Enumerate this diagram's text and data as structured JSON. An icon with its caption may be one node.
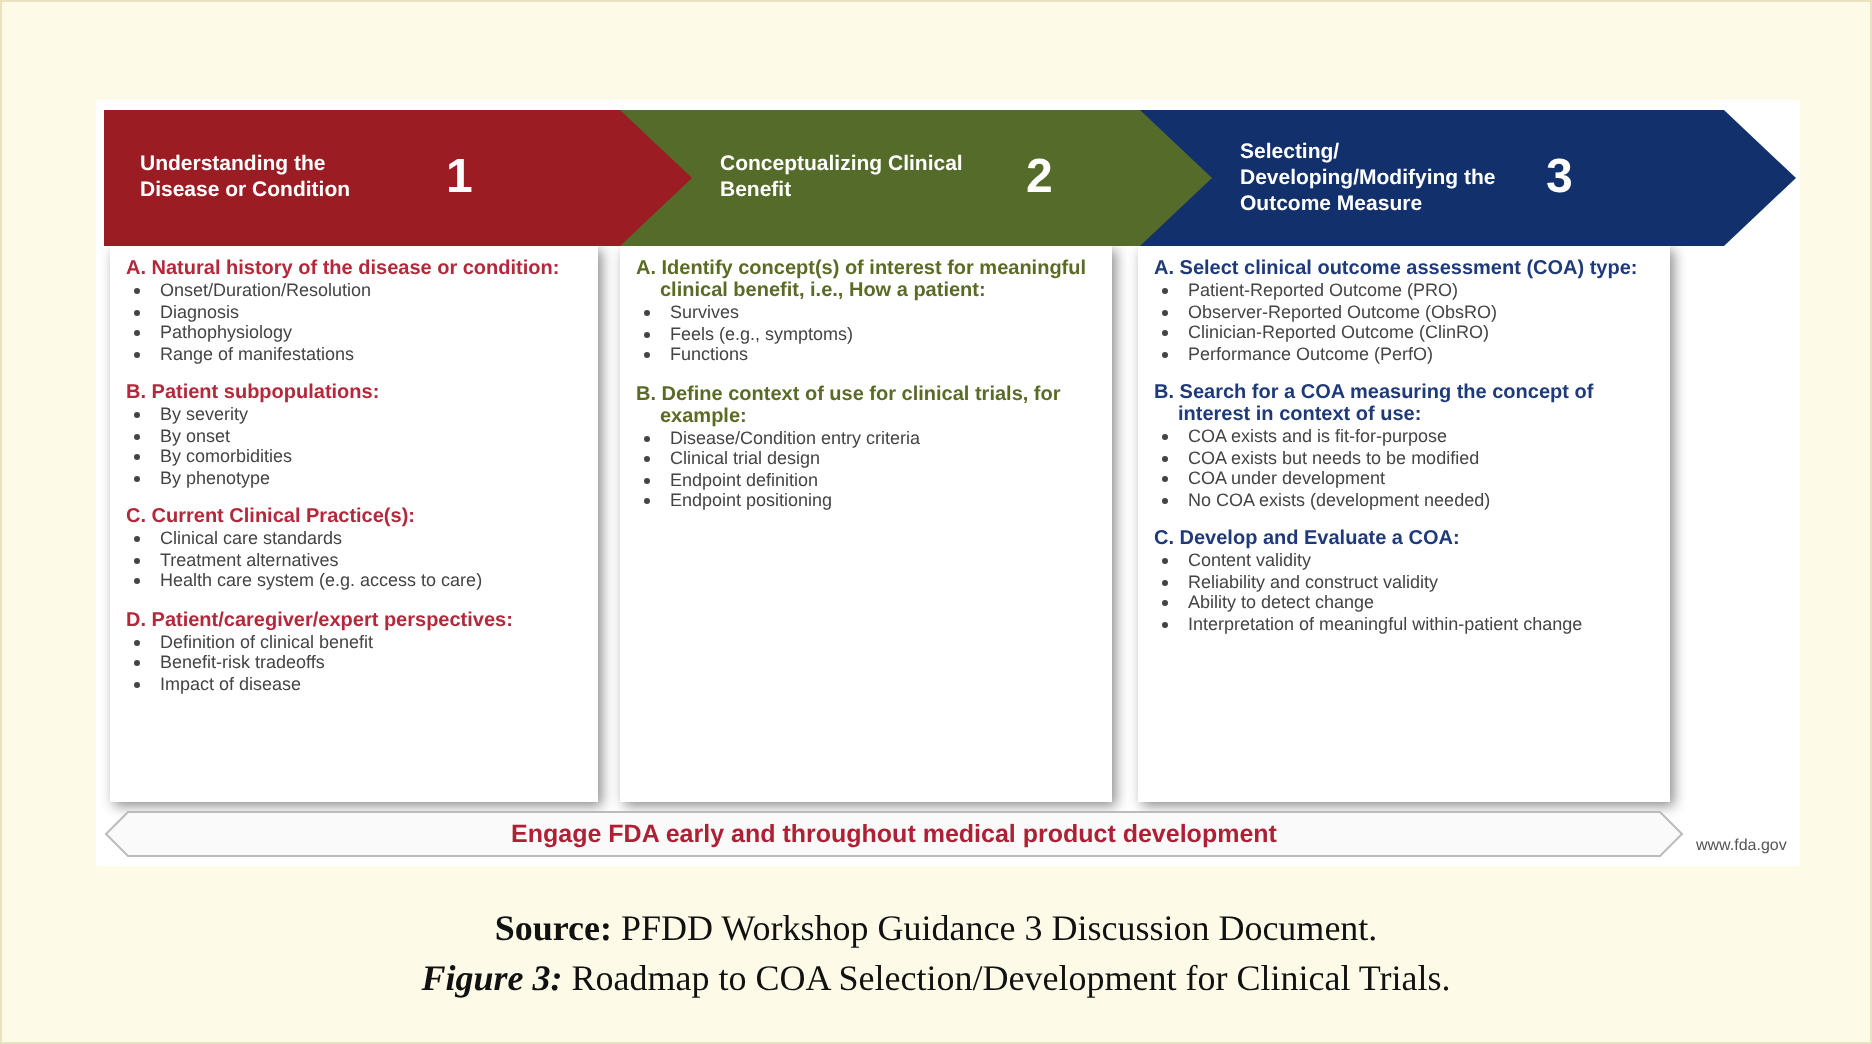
{
  "diagram": {
    "caption": "**Figure 3:** Roadmap to COA Selection/Development for Clinical Trials.",
    "nodes": [
      {
        "text": [
          "Understanding the Disease or Condition",
          "1"
        ]
      },
      {
        "text": [
          "Conceptualizing Clinical Benefit",
          "2"
        ]
      },
      {
        "text": [
          "Selecting/ Developing/Modifying the Outcome Measure",
          "3"
        ]
      },
      {
        "text": [],
        "shape": "box"
      },
      {
        "text": [
          "A. Natural history of the disease or condition:",
          "Onset/Duration/Resolution",
          "Diagnosis",
          "Pathophysiology",
          "Range of manifestations"
        ],
        "in": 3
      },
      {
        "text": [
          "B. Patient subpopulations:",
          "By severity",
          "By onset",
          "By comorbidities",
          "By phenotype"
        ],
        "in": 3
      },
      {
        "text": [
          "C. Current Clinical Practice(s):",
          "Clinical care standards",
          "Treatment alternatives",
          "Health care system (e.g. access to care)"
        ],
        "in": 3
      },
      {
        "text": [
          "D. Patient/caregiver/expert perspectives:",
          "Definition of clinical benefit",
          "Benefit-risk tradeoffs",
          "Impact of disease"
        ],
        "in": 3
      },
      {
        "text": [],
        "shape": "box"
      },
      {
        "text": [
          "A. Identify concept(s) of interest for meaningful clinical benefit, i.e., How a patient:",
          "Survives",
          "Feels (e.g., symptoms)",
          "Functions"
        ],
        "in": 8
      },
      {
        "text": [
          "B. Define context of use for clinical trials, for example:",
          "Disease/Condition entry criteria",
          "Clinical trial design",
          "Endpoint definition",
          "Endpoint positioning"
        ],
        "in": 8
      },
      {
        "text": [],
        "shape": "box"
      },
      {
        "text": [
          "A. Select clinical outcome assessment (COA) type:",
          "Patient-Reported Outcome (PRO)",
          "Observer-Reported Outcome (ObsRO)",
          "Clinician-Reported Outcome (ClinRO)",
          "Performance Outcome (PerfO)"
        ],
        "in": 11
      },
      {
        "text": [
          "B. Search for a COA measuring the concept of interest in context of use:",
          "COA exists and is fit-for-purpose",
          "COA exists but needs to be modified",
          "COA under development",
          "No COA exists (development needed)"
        ],
        "in": 11
      },
      {
        "text": [
          "C. Develop and Evaluate a COA:",
          "Content validity",
          "Reliability and construct validity",
          "Ability to detect change",
          "Interpretation of meaningful within-patient change"
        ],
        "in": 11
      },
      {
        "text": [
          "Engage FDA early and throughout medical product development"
        ]
      }
    ],
    "labels": [
      "www.fda.gov",
      "**Source:** PFDD Workshop Guidance 3 Discussion Document."
    ]
  }
}
